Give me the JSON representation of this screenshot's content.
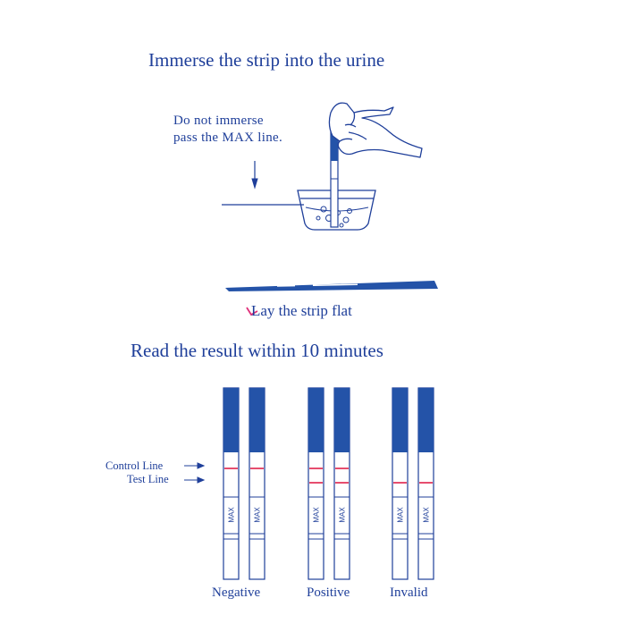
{
  "step1": {
    "title": "Immerse the strip into the urine",
    "note_line1": "Do not immerse",
    "note_line2": "pass the MAX line."
  },
  "step2": {
    "caption": "Lay the strip flat"
  },
  "step3": {
    "title": "Read the result within 10 minutes",
    "control_line_label": "Control Line",
    "test_line_label": "Test Line",
    "strip_mark": "MAX",
    "results": [
      {
        "label": "Negative",
        "control_line": true,
        "test_line": false
      },
      {
        "label": "Positive",
        "control_line": true,
        "test_line": true
      },
      {
        "label": "Invalid",
        "control_line": false,
        "test_line": true
      }
    ]
  },
  "colors": {
    "ink": "#1f3f9a",
    "strip_blue": "#2453a8",
    "line_red": "#e0204a",
    "accent_pink": "#e0307a"
  }
}
